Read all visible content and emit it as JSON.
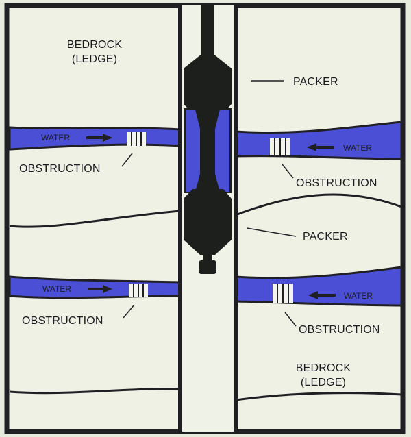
{
  "labels": {
    "bedrock_top_line1": "BEDROCK",
    "bedrock_top_line2": "(LEDGE)",
    "bedrock_bottom_line1": "BEDROCK",
    "bedrock_bottom_line2": "(LEDGE)",
    "packer_upper": "PACKER",
    "packer_lower": "PACKER",
    "water_left_upper": "WATER",
    "water_right_upper": "WATER",
    "water_left_lower": "WATER",
    "water_right_lower": "WATER",
    "obstruction_left_upper": "OBSTRUCTION",
    "obstruction_right_upper": "OBSTRUCTION",
    "obstruction_left_lower": "OBSTRUCTION",
    "obstruction_right_lower": "OBSTRUCTION"
  },
  "colors": {
    "background": "#e7ebdd",
    "rock": "#eef1e4",
    "borehole": "#eff2e6",
    "water": "#4a4fd6",
    "water_light": "#7e84e6",
    "outline": "#1f1f24",
    "packer": "#1d1f1d",
    "obstruction": "#f4f5ee"
  }
}
